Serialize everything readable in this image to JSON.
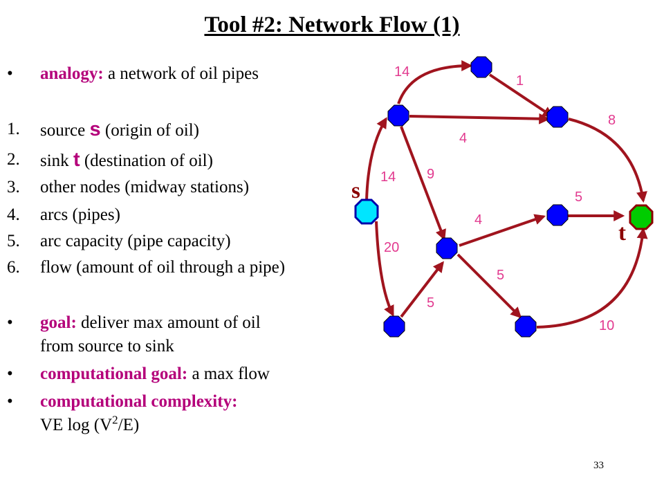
{
  "title": "Tool #2: Network Flow (1)",
  "analogy": {
    "bullet": "•",
    "label": "analogy:",
    "text": " a network of oil pipes"
  },
  "items": [
    {
      "num": "1.",
      "pre": "source ",
      "sym": "s",
      "post": " (origin of oil)"
    },
    {
      "num": "2.",
      "pre": "sink ",
      "sym": "t",
      "post": " (destination of oil)"
    },
    {
      "num": "3.",
      "text": "other nodes (midway stations)"
    },
    {
      "num": "4.",
      "text": "arcs (pipes)"
    },
    {
      "num": "5.",
      "text": "arc capacity (pipe capacity)"
    },
    {
      "num": "6.",
      "text": "flow (amount of oil through a pipe)"
    }
  ],
  "goal": {
    "bullet": "•",
    "label": "goal:",
    "text": " deliver max amount of oil",
    "text2": "from source to sink"
  },
  "comp_goal": {
    "bullet": "•",
    "label": "computational goal:",
    "text": " a max flow"
  },
  "comp_complexity": {
    "bullet": "•",
    "label": "computational complexity:",
    "f1": "VE log (V",
    "sup": "2",
    "f2": "/E)"
  },
  "diagram": {
    "source_label": "s",
    "sink_label": "t",
    "capacities": [
      "14",
      "1",
      "8",
      "4",
      "14",
      "9",
      "5",
      "4",
      "20",
      "5",
      "5",
      "10"
    ],
    "colors": {
      "node": "#0000ff",
      "source": "#00e5ff",
      "sink": "#00cc00",
      "edge": "#a0141e",
      "capacity": "#e23a8f"
    }
  },
  "slide_number": "33"
}
